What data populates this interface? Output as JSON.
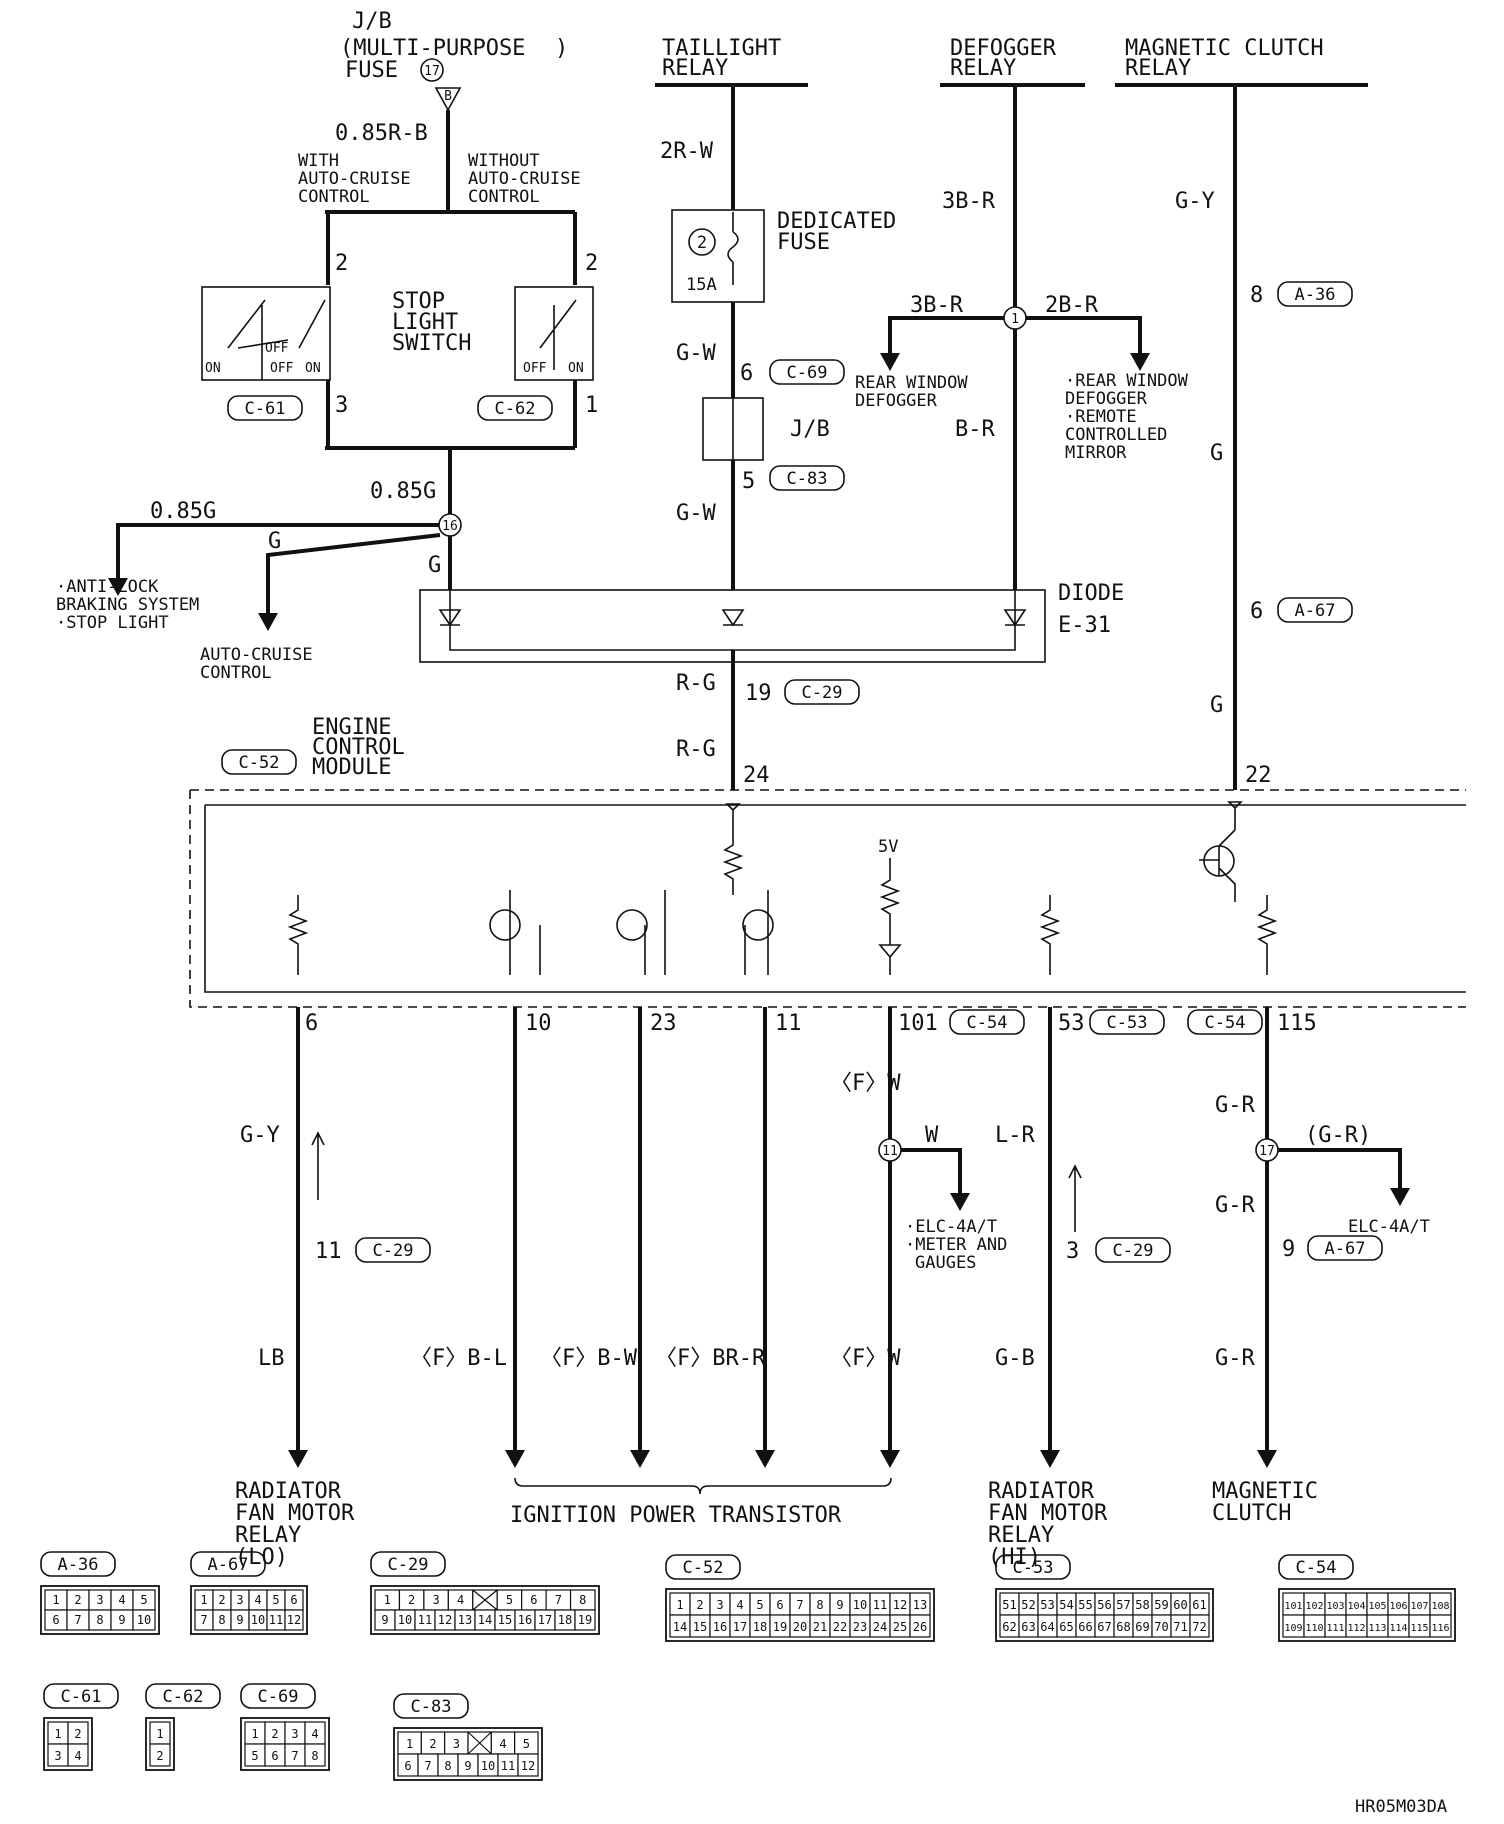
{
  "diagram_code": "HR05M03DA",
  "source": {
    "fuse_line1": "J/B",
    "fuse_line2": "(MULTI-PURPOSE",
    "fuse_line3": "FUSE",
    "fuse_paren_close": ")",
    "fuse_number": "17",
    "terminal": "B",
    "wire": "0.85R-B"
  },
  "autocruise": {
    "with_line1": "WITH",
    "with_line2": "AUTO-CRUISE",
    "with_line3": "CONTROL",
    "without_line1": "WITHOUT",
    "without_line2": "AUTO-CRUISE",
    "without_line3": "CONTROL"
  },
  "stop_light_switch": {
    "label_line1": "STOP",
    "label_line2": "LIGHT",
    "label_line3": "SWITCH",
    "on": "ON",
    "off": "OFF",
    "left_pin_top": "2",
    "left_pin_bottom": "3",
    "left_connector": "C-61",
    "right_pin_top": "2",
    "right_pin_bottom": "1",
    "right_connector": "C-62"
  },
  "stop_light_output": {
    "wire_main": "0.85G",
    "branch_wire": "0.85G",
    "branch_wire2": "G",
    "wire_down": "G",
    "junction": "16",
    "abs_line1": "·ANTI-LOCK",
    "abs_line2": "BRAKING SYSTEM",
    "abs_line3": "·STOP LIGHT",
    "cruise_line1": "AUTO-CRUISE",
    "cruise_line2": "CONTROL"
  },
  "taillight": {
    "relay_line1": "TAILLIGHT",
    "relay_line2": "RELAY",
    "wire_top": "2R-W",
    "fuse_number": "2",
    "fuse_amp": "15A",
    "fuse_label_line1": "DEDICATED",
    "fuse_label_line2": "FUSE",
    "wire_mid": "G-W",
    "pin_top": "6",
    "connector_top": "C-69",
    "jb": "J/B",
    "pin_bottom": "5",
    "connector_bottom": "C-83",
    "wire_bottom": "G-W"
  },
  "defogger": {
    "relay_line1": "DEFOGGER",
    "relay_line2": "RELAY",
    "wire_top": "3B-R",
    "left_wire": "3B-R",
    "right_wire": "2B-R",
    "junction": "1",
    "left_dest_line1": "REAR WINDOW",
    "left_dest_line2": "DEFOGGER",
    "right_dest_line1": "·REAR WINDOW",
    "right_dest_line2": "DEFOGGER",
    "right_dest_line3": "·REMOTE",
    "right_dest_line4": "CONTROLLED",
    "right_dest_line5": "MIRROR",
    "wire_down": "B-R"
  },
  "diode": {
    "label": "DIODE",
    "code": "E-31",
    "out_wire": "R-G",
    "pin": "19",
    "connector": "C-29",
    "wire_to_ecm": "R-G"
  },
  "magnetic_clutch_relay": {
    "relay_line1": "MAGNETIC CLUTCH",
    "relay_line2": "RELAY",
    "wire_top": "G-Y",
    "pin1": "8",
    "connector1": "A-36",
    "wire_mid": "G",
    "pin2": "6",
    "connector2": "A-67",
    "wire_bottom": "G"
  },
  "ecm": {
    "connector": "C-52",
    "label_line1": "ENGINE",
    "label_line2": "CONTROL",
    "label_line3": "MODULE",
    "pin_in_left": "24",
    "pin_in_right": "22",
    "five_volt": "5V"
  },
  "outputs": {
    "p6": "6",
    "p10": "10",
    "p23": "23",
    "p11": "11",
    "p101": "101",
    "c54_a": "C-54",
    "p53": "53",
    "c53": "C-53",
    "c54_b": "C-54",
    "p115": "115",
    "lo_wire1": "G-Y",
    "lo_pin": "11",
    "lo_connector": "C-29",
    "lo_wire2": "LB",
    "ign_wire1": "〈F〉B-L",
    "ign_wire2": "〈F〉B-W",
    "ign_wire3": "〈F〉BR-R",
    "ign_wire4": "〈F〉W",
    "w101_top": "〈F〉W",
    "j11": "11",
    "j11_wire": "W",
    "elc_line1": "·ELC-4A/T",
    "elc_line2": "·METER AND",
    "elc_line3": "GAUGES",
    "hi_wire1": "L-R",
    "hi_pin": "3",
    "hi_connector": "C-29",
    "hi_wire2": "G-B",
    "mc_wire1": "G-R",
    "j17": "17",
    "j17_wire": "(G-R)",
    "mc_elc": "ELC-4A/T",
    "mc_wire2": "G-R",
    "mc_pin": "9",
    "mc_connector": "A-67",
    "mc_wire3": "G-R"
  },
  "destinations": {
    "lo_line1": "RADIATOR",
    "lo_line2": "FAN MOTOR",
    "lo_line3": "RELAY",
    "lo_line4": "(LO)",
    "ignition": "IGNITION POWER TRANSISTOR",
    "hi_line1": "RADIATOR",
    "hi_line2": "FAN MOTOR",
    "hi_line3": "RELAY",
    "hi_line4": "(HI)",
    "mc_line1": "MAGNETIC",
    "mc_line2": "CLUTCH"
  },
  "connector_legend": {
    "a36": {
      "title": "A-36",
      "row1": [
        "1",
        "2",
        "3",
        "4",
        "5"
      ],
      "row2": [
        "6",
        "7",
        "8",
        "9",
        "10"
      ]
    },
    "a67": {
      "title": "A-67",
      "row1": [
        "1",
        "2",
        "3",
        "4",
        "5",
        "6"
      ],
      "row2": [
        "7",
        "8",
        "9",
        "10",
        "11",
        "12"
      ]
    },
    "c29": {
      "title": "C-29",
      "row1": [
        "1",
        "2",
        "3",
        "4",
        "",
        "5",
        "6",
        "7",
        "8"
      ],
      "row2": [
        "9",
        "10",
        "11",
        "12",
        "13",
        "14",
        "15",
        "16",
        "17",
        "18",
        "19"
      ]
    },
    "c52": {
      "title": "C-52",
      "row1": [
        "1",
        "2",
        "3",
        "4",
        "5",
        "6",
        "7",
        "8",
        "9",
        "10",
        "11",
        "12",
        "13"
      ],
      "row2": [
        "14",
        "15",
        "16",
        "17",
        "18",
        "19",
        "20",
        "21",
        "22",
        "23",
        "24",
        "25",
        "26"
      ]
    },
    "c53": {
      "title": "C-53",
      "row1": [
        "51",
        "52",
        "53",
        "54",
        "55",
        "56",
        "57",
        "58",
        "59",
        "60",
        "61"
      ],
      "row2": [
        "62",
        "63",
        "64",
        "65",
        "66",
        "67",
        "68",
        "69",
        "70",
        "71",
        "72"
      ]
    },
    "c54": {
      "title": "C-54",
      "row1": [
        "101",
        "102",
        "103",
        "104",
        "105",
        "106",
        "107",
        "108"
      ],
      "row2": [
        "109",
        "110",
        "111",
        "112",
        "113",
        "114",
        "115",
        "116"
      ]
    },
    "c61": {
      "title": "C-61",
      "row1": [
        "1",
        "2"
      ],
      "row2": [
        "3",
        "4"
      ]
    },
    "c62": {
      "title": "C-62",
      "row1": [
        "1"
      ],
      "row2": [
        "2"
      ]
    },
    "c69": {
      "title": "C-69",
      "row1": [
        "1",
        "2",
        "3",
        "4"
      ],
      "row2": [
        "5",
        "6",
        "7",
        "8"
      ]
    },
    "c83": {
      "title": "C-83",
      "row1": [
        "1",
        "2",
        "3",
        "",
        "4",
        "5"
      ],
      "row2": [
        "6",
        "7",
        "8",
        "9",
        "10",
        "11",
        "12"
      ]
    }
  }
}
